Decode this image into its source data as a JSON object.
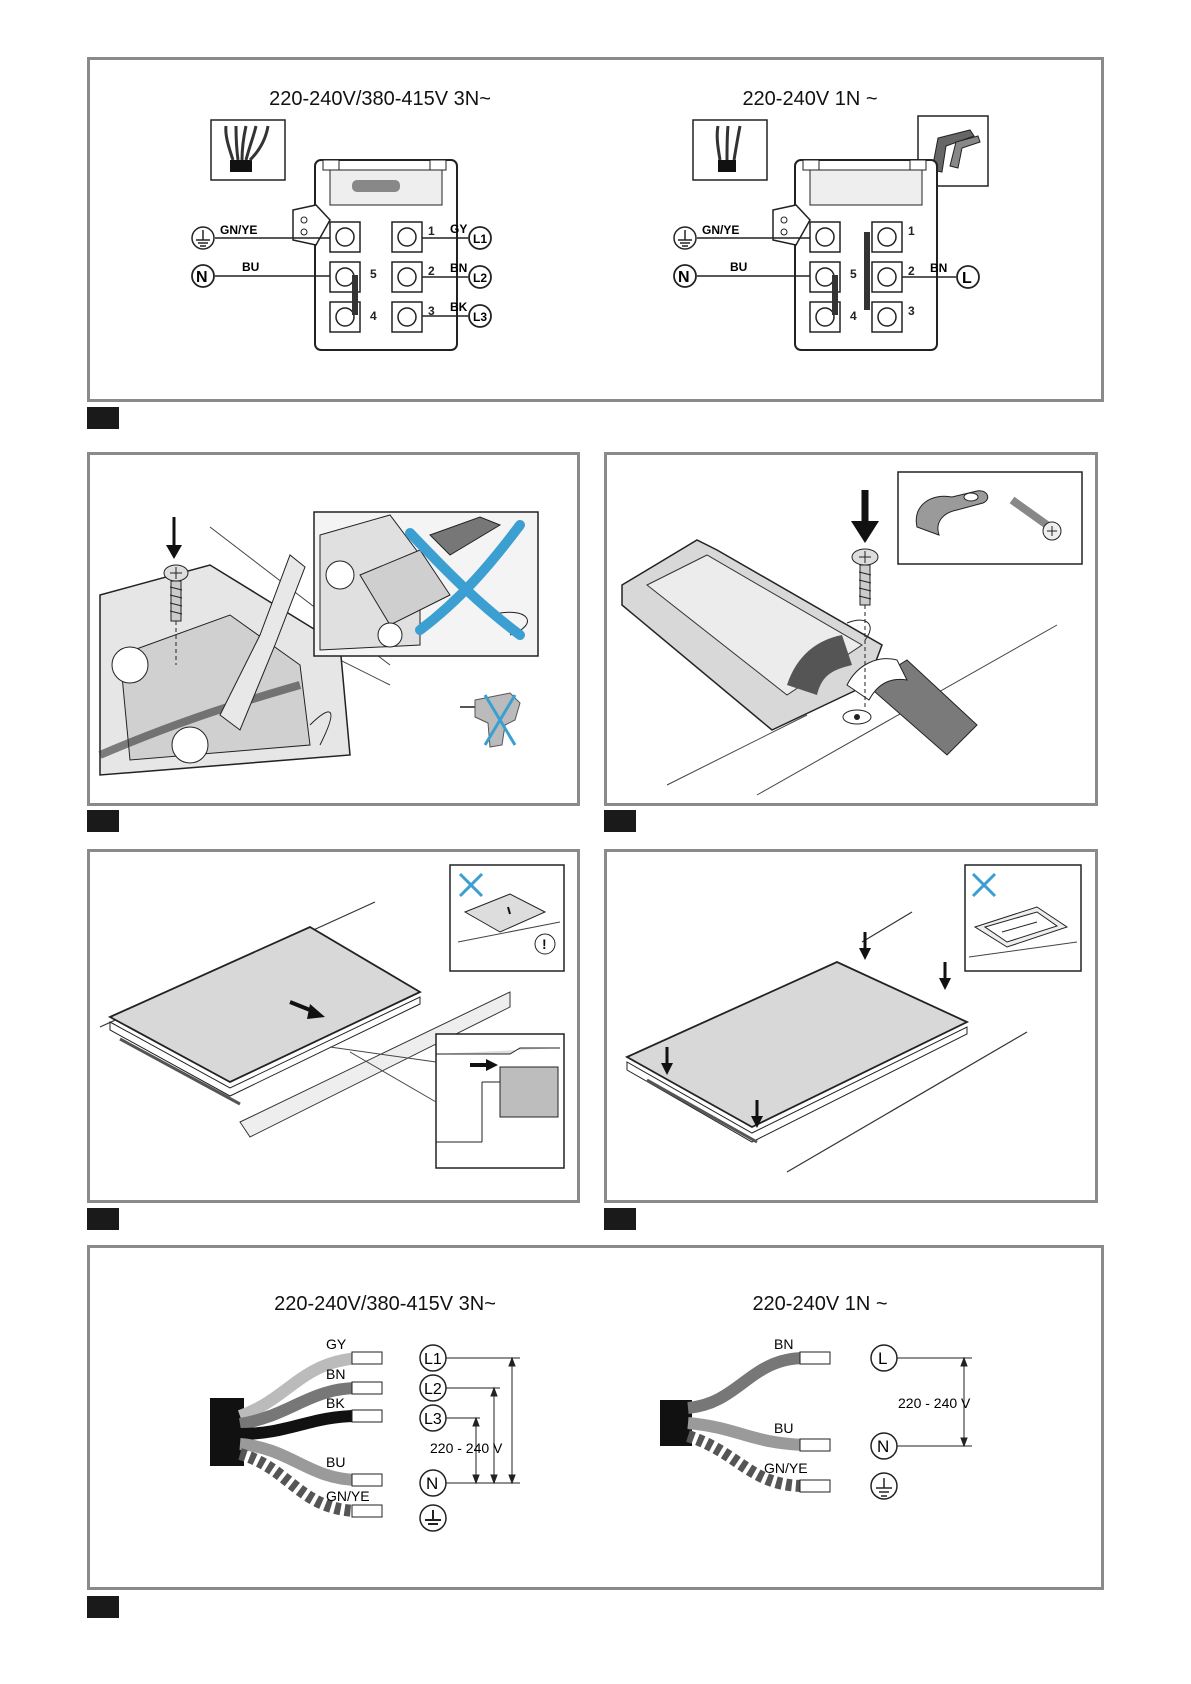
{
  "panel1": {
    "left_title": "220-240V/380-415V 3N~",
    "right_title": "220-240V 1N ~",
    "left": {
      "earth": "GN/YE",
      "neutral_wire": "BU",
      "neutral": "N",
      "l1_wire": "GY",
      "l2_wire": "BN",
      "l3_wire": "BK",
      "l1": "L1",
      "l2": "L2",
      "l3": "L3",
      "n1": "1",
      "n2": "2",
      "n3": "3",
      "n4": "4",
      "n5": "5"
    },
    "right": {
      "earth": "GN/YE",
      "neutral_wire": "BU",
      "neutral": "N",
      "line_wire": "BN",
      "line": "L",
      "n1": "1",
      "n2": "2",
      "n3": "3",
      "n4": "4",
      "n5": "5"
    }
  },
  "panel6": {
    "left_title": "220-240V/380-415V 3N~",
    "right_title": "220-240V 1N ~",
    "left": {
      "wires": [
        "GY",
        "BN",
        "BK",
        "BU",
        "GN/YE"
      ],
      "terminals": [
        "L1",
        "L2",
        "L3",
        "N"
      ],
      "voltage": "220 - 240 V"
    },
    "right": {
      "wires": [
        "BN",
        "BU",
        "GN/YE"
      ],
      "terminals": [
        "L",
        "N"
      ],
      "voltage": "220 - 240 V"
    }
  },
  "icons": [
    "screw-icon",
    "cable-clamp-icon",
    "earth-symbol-icon",
    "power-drill-icon",
    "cross-mark-icon",
    "arrow-down-icon",
    "warning-icon"
  ],
  "colors": {
    "frame": "#8a8a8a",
    "cross": "#3b9fd1",
    "cable": "#7a7a7a",
    "panel_fill": "#d4d4d4"
  }
}
